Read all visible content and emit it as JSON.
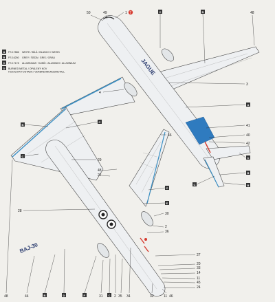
{
  "legend": [
    {
      "code": "A",
      "ref": "FS 17886",
      "text": "WHITE / BÍLÁ / BLANCO / WEISS"
    },
    {
      "code": "B",
      "ref": "FS 16250",
      "text": "GREY / ŠEDÁ / GRIS / GRAU"
    },
    {
      "code": "C",
      "ref": "FS 17178",
      "text": "ALUMINIUM / HLINÍK / ALUMINIO / ALUMINIUM"
    },
    {
      "code": "D",
      "ref": "",
      "text": "BURNED METAL / OPÁLENÝ KOV"
    },
    {
      "code": "",
      "ref": "",
      "text": "HOJALATA TOSTADA / VERBRENNUNGSMETALL"
    }
  ],
  "top_view": {
    "callouts": {
      "n50": "50",
      "n49": "49",
      "n1": "1",
      "n7": "7",
      "c_top": "C",
      "b_top": "B",
      "n48": "48",
      "n4": "4",
      "n3": "3",
      "a_mid": "A",
      "n41": "41",
      "n40": "40",
      "n42": "42",
      "c_tail": "C",
      "b_tail": "B",
      "c_stab": "C"
    },
    "fuselage_text": "JAGUE"
  },
  "bottom_view": {
    "callouts": {
      "b_wing": "B",
      "c_wing": "C",
      "c_wing2": "C",
      "n29": "29",
      "n46": "46",
      "n48b": "48",
      "n26": "26",
      "n28": "28",
      "e_box": "E",
      "c_box": "C",
      "n30": "30",
      "n2": "2",
      "n36": "36",
      "n27": "27",
      "n20": "20",
      "n33": "33",
      "n14": "14",
      "n11": "11",
      "n45": "45",
      "n24": "24"
    },
    "bottom_row": {
      "n48": "48",
      "n44": "44",
      "b": "B",
      "d": "D",
      "f": "F",
      "n31": "31",
      "c": "C",
      "n2": "2",
      "n35": "35",
      "n34": "34",
      "n32": "32",
      "n11": "11",
      "n46": "46"
    },
    "fuselage_text": "BAJ-30"
  },
  "colors": {
    "aircraft": "#eef0f2",
    "outline": "#444444",
    "blue_accent": "#3a8fc4",
    "tail_blue": "#2f7bbf",
    "red": "#d63a2e",
    "label_box": "#333333",
    "paper": "#f1f0ec"
  }
}
